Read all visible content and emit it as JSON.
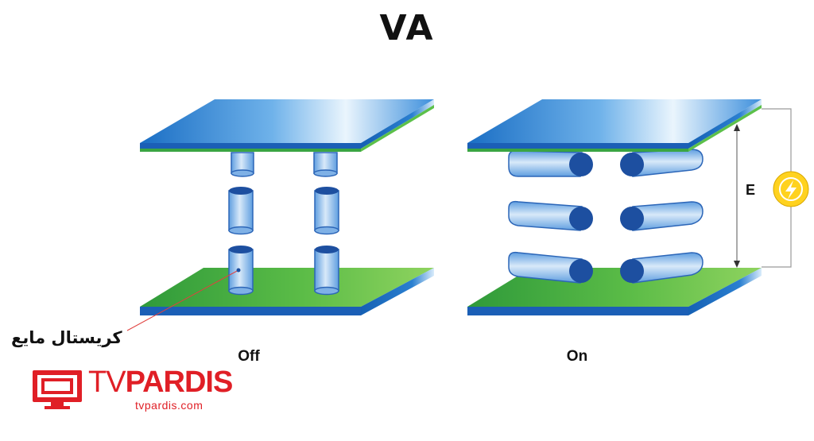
{
  "title": "VA",
  "states": {
    "off": "Off",
    "on": "On"
  },
  "field_label": "E",
  "annotation": "کریستال مایع",
  "logo": {
    "tv": "TV",
    "brand": "PARDIS",
    "url": "tvpardis.com"
  },
  "colors": {
    "plate_top_blue": "#1f76c8",
    "plate_bottom_green": "#3aa543",
    "crystal_body": "#7db3e8",
    "crystal_cap": "#1d4fa0",
    "pointer_red": "#e0413f",
    "source_yellow": "#ffd21f",
    "brand_red": "#e01f26"
  },
  "icons": {
    "source": "lightning-icon",
    "logo": "tv-icon"
  }
}
